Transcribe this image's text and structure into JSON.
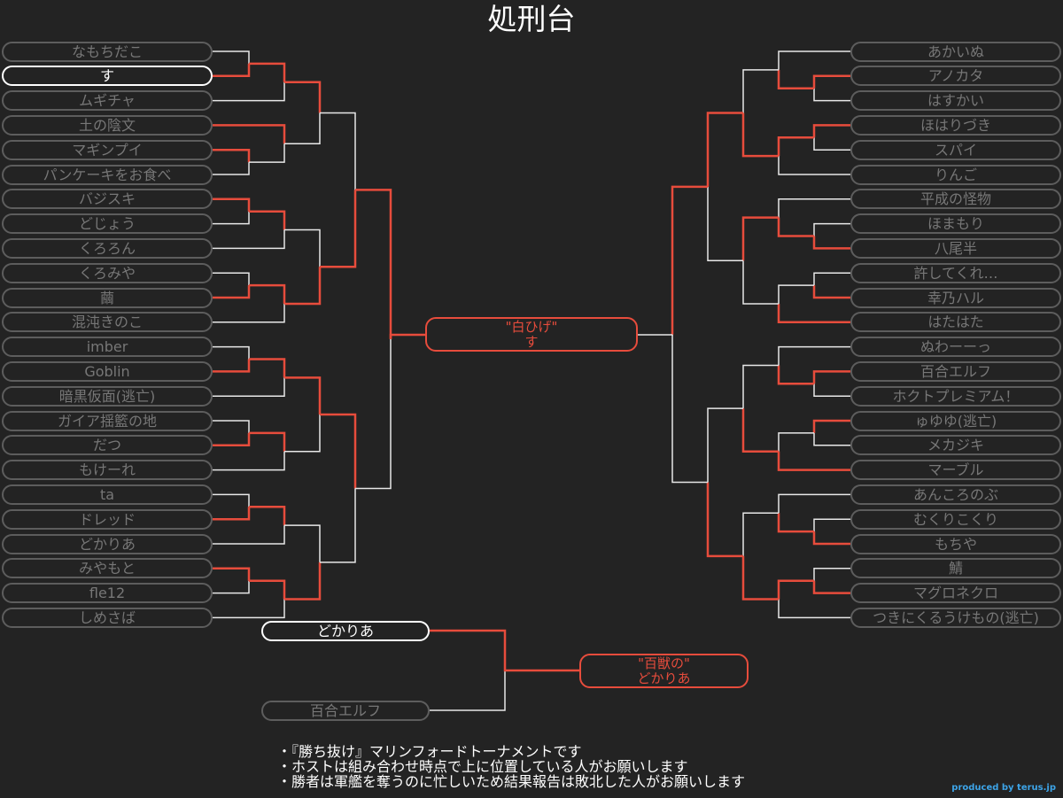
{
  "title": "処刑台",
  "colors": {
    "winner_line": "#e74c3c",
    "loser_line": "#e8e8e8",
    "player_text": "#777777",
    "highlight": "#ffffff",
    "background": "#232323"
  },
  "left_bracket": [
    "なもちだこ",
    "す",
    "ムギチャ",
    "土の陰文",
    "マギンプイ",
    "パンケーキをお食べ",
    "バジスキ",
    "どじょう",
    "くろろん",
    "くろみや",
    "繭",
    "混沌きのこ",
    "imber",
    "Goblin",
    "暗黒仮面(逃亡)",
    "ガイア揺籃の地",
    "だつ",
    "もけーれ",
    "ta",
    "ドレッド",
    "どかりあ",
    "みやもと",
    "fle12",
    "しめさば"
  ],
  "left_highlight_index": 1,
  "right_bracket": [
    "あかいぬ",
    "アノカタ",
    "はすかい",
    "ほはりづき",
    "スパイ",
    "りんご",
    "平成の怪物",
    "ほまもり",
    "八尾半",
    "許してくれ…",
    "幸乃ハル",
    "はたはた",
    "ぬわーーっ",
    "百合エルフ",
    "ホクトプレミアム！",
    "ゅゆゆ(逃亡)",
    "メカジキ",
    "マーブル",
    "あんころのぶ",
    "むくりこくり",
    "もちや",
    "鯖",
    "マグロネクロ",
    "つきにくるうけもの(逃亡)"
  ],
  "main_champion": {
    "title": "\"白ひげ\"",
    "name": "す"
  },
  "sub_final": {
    "top_player": "どかりあ",
    "bottom_player": "百合エルフ",
    "champion": {
      "title": "\"百獣の\"",
      "name": "どかりあ"
    }
  },
  "notes": [
    "・『勝ち抜け』マリンフォードトーナメントです",
    "・ホストは組み合わせ時点で上に位置している人がお願いします",
    "・勝者は軍艦を奪うのに忙しいため結果報告は敗北した人がお願いします"
  ],
  "credit": "produced by terus.jp"
}
